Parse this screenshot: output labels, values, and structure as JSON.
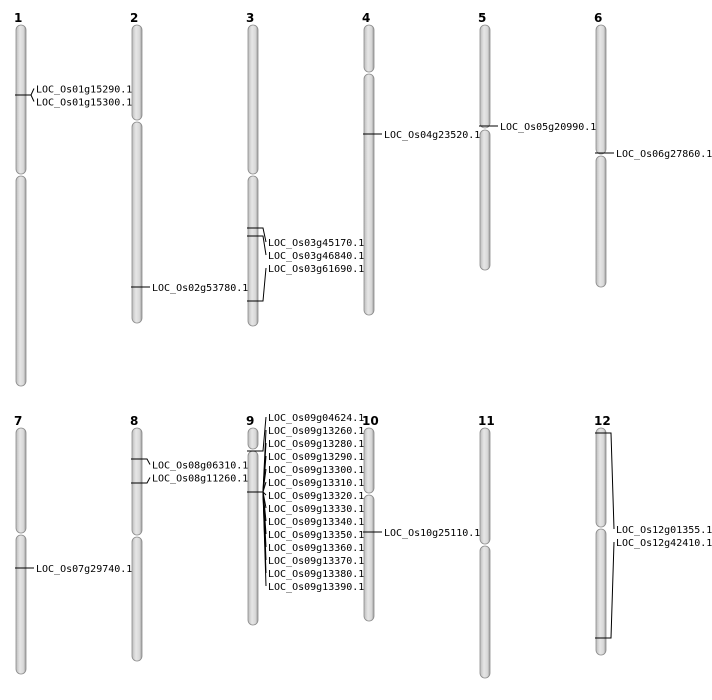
{
  "chromosomes": [
    {
      "name": "1",
      "length": 361,
      "centromere": 150,
      "genes": [
        {
          "id": "LOC_Os01g15290.1",
          "pos": 70
        },
        {
          "id": "LOC_Os01g15300.1",
          "pos": 70
        }
      ]
    },
    {
      "name": "2",
      "length": 298,
      "centromere": 96,
      "genes": [
        {
          "id": "LOC_Os02g53780.1",
          "pos": 262
        }
      ]
    },
    {
      "name": "3",
      "length": 301,
      "centromere": 150,
      "genes": [
        {
          "id": "LOC_Os03g45170.1",
          "pos": 203
        },
        {
          "id": "LOC_Os03g46840.1",
          "pos": 211
        },
        {
          "id": "LOC_Os03g61690.1",
          "pos": 276
        }
      ]
    },
    {
      "name": "4",
      "length": 290,
      "centromere": 48,
      "genes": [
        {
          "id": "LOC_Os04g23520.1",
          "pos": 109
        }
      ]
    },
    {
      "name": "5",
      "length": 245,
      "centromere": 104,
      "genes": [
        {
          "id": "LOC_Os05g20990.1",
          "pos": 101
        }
      ]
    },
    {
      "name": "6",
      "length": 262,
      "centromere": 130,
      "genes": [
        {
          "id": "LOC_Os06g27860.1",
          "pos": 128
        }
      ]
    },
    {
      "name": "7",
      "length": 246,
      "centromere": 106,
      "genes": [
        {
          "id": "LOC_Os07g29740.1",
          "pos": 140
        }
      ]
    },
    {
      "name": "8",
      "length": 233,
      "centromere": 108,
      "genes": [
        {
          "id": "LOC_Os08g06310.1",
          "pos": 31
        },
        {
          "id": "LOC_Os08g11260.1",
          "pos": 55
        }
      ]
    },
    {
      "name": "9",
      "length": 197,
      "centromere": 22,
      "genes": [
        {
          "id": "LOC_Os09g04624.1",
          "pos": 23
        },
        {
          "id": "LOC_Os09g13260.1",
          "pos": 64
        },
        {
          "id": "LOC_Os09g13280.1",
          "pos": 64
        },
        {
          "id": "LOC_Os09g13290.1",
          "pos": 64
        },
        {
          "id": "LOC_Os09g13300.1",
          "pos": 64
        },
        {
          "id": "LOC_Os09g13310.1",
          "pos": 64
        },
        {
          "id": "LOC_Os09g13320.1",
          "pos": 64
        },
        {
          "id": "LOC_Os09g13330.1",
          "pos": 64
        },
        {
          "id": "LOC_Os09g13340.1",
          "pos": 64
        },
        {
          "id": "LOC_Os09g13350.1",
          "pos": 64
        },
        {
          "id": "LOC_Os09g13360.1",
          "pos": 64
        },
        {
          "id": "LOC_Os09g13370.1",
          "pos": 64
        },
        {
          "id": "LOC_Os09g13380.1",
          "pos": 64
        },
        {
          "id": "LOC_Os09g13390.1",
          "pos": 64
        }
      ]
    },
    {
      "name": "10",
      "length": 193,
      "centromere": 66,
      "genes": [
        {
          "id": "LOC_Os10g25110.1",
          "pos": 104
        }
      ]
    },
    {
      "name": "11",
      "length": 250,
      "centromere": 117,
      "genes": []
    },
    {
      "name": "12",
      "length": 227,
      "centromere": 100,
      "genes": [
        {
          "id": "LOC_Os12g01355.1",
          "pos": 5
        },
        {
          "id": "LOC_Os12g42410.1",
          "pos": 210
        }
      ]
    }
  ]
}
